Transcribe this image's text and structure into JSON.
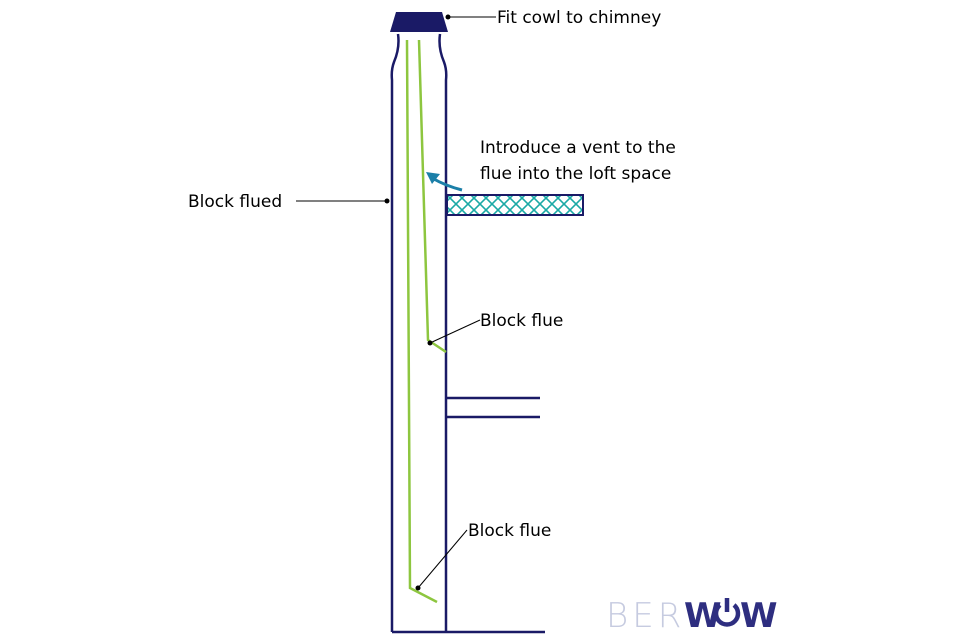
{
  "diagram": {
    "labels": {
      "cowl": "Fit cowl to chimney",
      "vent_line1": "Introduce a vent to the",
      "vent_line2": "flue into the loft space",
      "block_flued": "Block flued",
      "block_flue_upper": "Block flue",
      "block_flue_lower": "Block flue"
    },
    "logo": {
      "light": "BER",
      "bold_w1": "W",
      "bold_o": "O",
      "bold_w2": "W"
    },
    "colors": {
      "chimney": "#1a1a66",
      "flue_liner": "#8dc63f",
      "insulation": "#1aa9a6",
      "arrow": "#1b7fa8",
      "leader": "#000000",
      "logo_light": "#c6cbe0",
      "logo_bold": "#2e2e80"
    }
  }
}
